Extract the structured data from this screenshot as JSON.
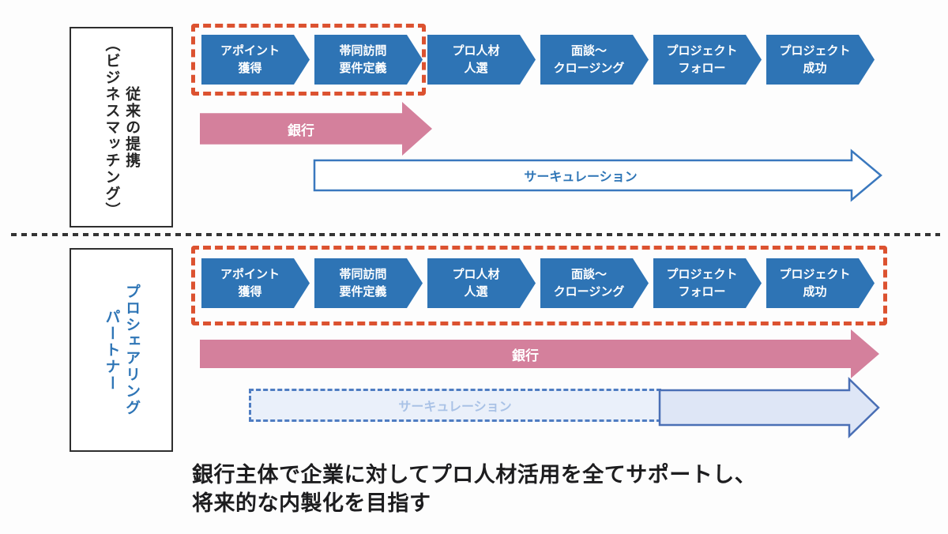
{
  "top_section": {
    "label": "従来の提携\n（ビジネスマッチング）",
    "steps": [
      "アポイント\n獲得",
      "帯同訪問\n要件定義",
      "プロ人材\n人選",
      "面談～\nクロージング",
      "プロジェクト\nフォロー",
      "プロジェクト\n成功"
    ],
    "bank_label": "銀行",
    "circulation_label": "サーキュレーション"
  },
  "bottom_section": {
    "label": "プロシェアリング\nパートナー",
    "steps": [
      "アポイント\n獲得",
      "帯同訪問\n要件定義",
      "プロ人材\n人選",
      "面談～\nクロージング",
      "プロジェクト\nフォロー",
      "プロジェクト\n成功"
    ],
    "bank_label": "銀行",
    "circulation_label": "サーキュレーション"
  },
  "caption": "銀行主体で企業に対してプロ人材活用を全てサポートし、\n将来的な内製化を目指す",
  "colors": {
    "chevron_blue": "#2E74B5",
    "pink": "#D4809C",
    "red_dash": "#DC5230",
    "outline_blue": "#3A78BE",
    "circ_text_blue": "#2E75B6",
    "lightblue_fill": "#DEE6F6",
    "lightblue_stroke": "#4A6FB5",
    "lightblue_dash": "#4F7DC2",
    "lightblue_text": "#A9C2E6"
  }
}
